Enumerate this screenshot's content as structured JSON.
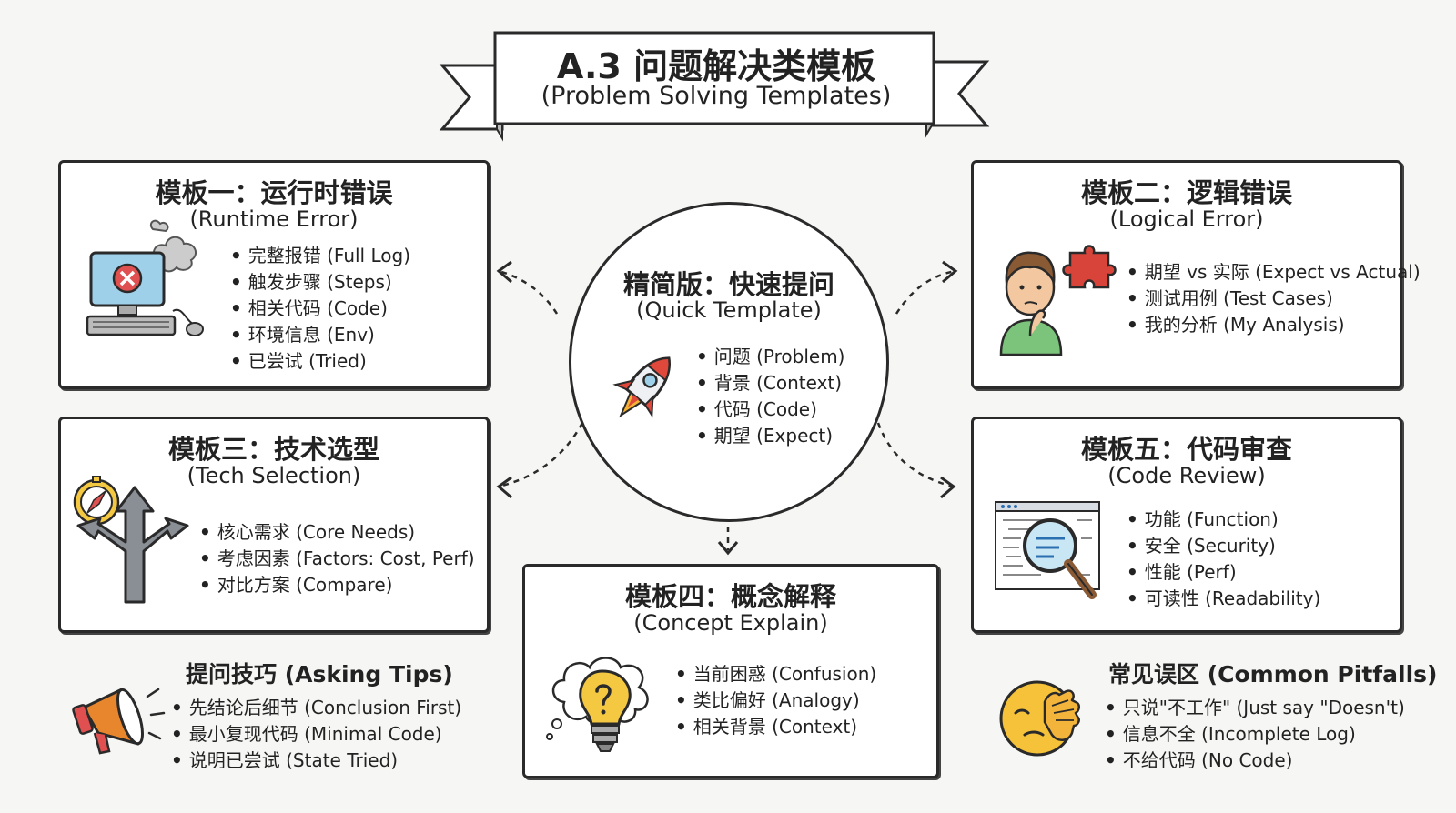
{
  "banner": {
    "title": "A.3 问题解决类模板",
    "subtitle": "(Problem Solving Templates)"
  },
  "center": {
    "title": "精简版：快速提问",
    "subtitle": "(Quick Template)",
    "items": [
      "问题 (Problem)",
      "背景 (Context)",
      "代码 (Code)",
      "期望 (Expect)"
    ]
  },
  "templates": {
    "runtime": {
      "title": "模板一：运行时错误",
      "subtitle": "(Runtime Error)",
      "items": [
        "完整报错 (Full Log)",
        "触发步骤 (Steps)",
        "相关代码 (Code)",
        "环境信息 (Env)",
        "已尝试 (Tried)"
      ]
    },
    "logical": {
      "title": "模板二：逻辑错误",
      "subtitle": "(Logical Error)",
      "items": [
        "期望 vs 实际 (Expect vs Actual)",
        "测试用例 (Test Cases)",
        "我的分析 (My Analysis)"
      ]
    },
    "tech": {
      "title": "模板三：技术选型",
      "subtitle": "(Tech Selection)",
      "items": [
        "核心需求 (Core Needs)",
        "考虑因素 (Factors: Cost, Perf)",
        "对比方案 (Compare)"
      ]
    },
    "concept": {
      "title": "模板四：概念解释",
      "subtitle": "(Concept Explain)",
      "items": [
        "当前困惑 (Confusion)",
        "类比偏好 (Analogy)",
        "相关背景 (Context)"
      ]
    },
    "review": {
      "title": "模板五：代码审查",
      "subtitle": "(Code Review)",
      "items": [
        "功能 (Function)",
        "安全 (Security)",
        "性能 (Perf)",
        "可读性 (Readability)"
      ]
    }
  },
  "tips": {
    "title": "提问技巧 (Asking Tips)",
    "items": [
      "先结论后细节 (Conclusion First)",
      "最小复现代码 (Minimal Code)",
      "说明已尝试 (State Tried)"
    ]
  },
  "pitfalls": {
    "title": "常见误区 (Common Pitfalls)",
    "items": [
      "只说\"不工作\" (Just say \"Doesn't)",
      "信息不全 (Incomplete Log)",
      "不给代码 (No Code)"
    ]
  },
  "colors": {
    "ink": "#2a2a2a",
    "screen_blue": "#9fd0ea",
    "error_red": "#e05050",
    "puzzle_red": "#d8443a",
    "shirt_green": "#7cc47c",
    "bulb_yellow": "#f5c842",
    "emoji_yellow": "#f5c23a",
    "rocket_red": "#e0483b",
    "megaphone_orange": "#e8862e"
  }
}
